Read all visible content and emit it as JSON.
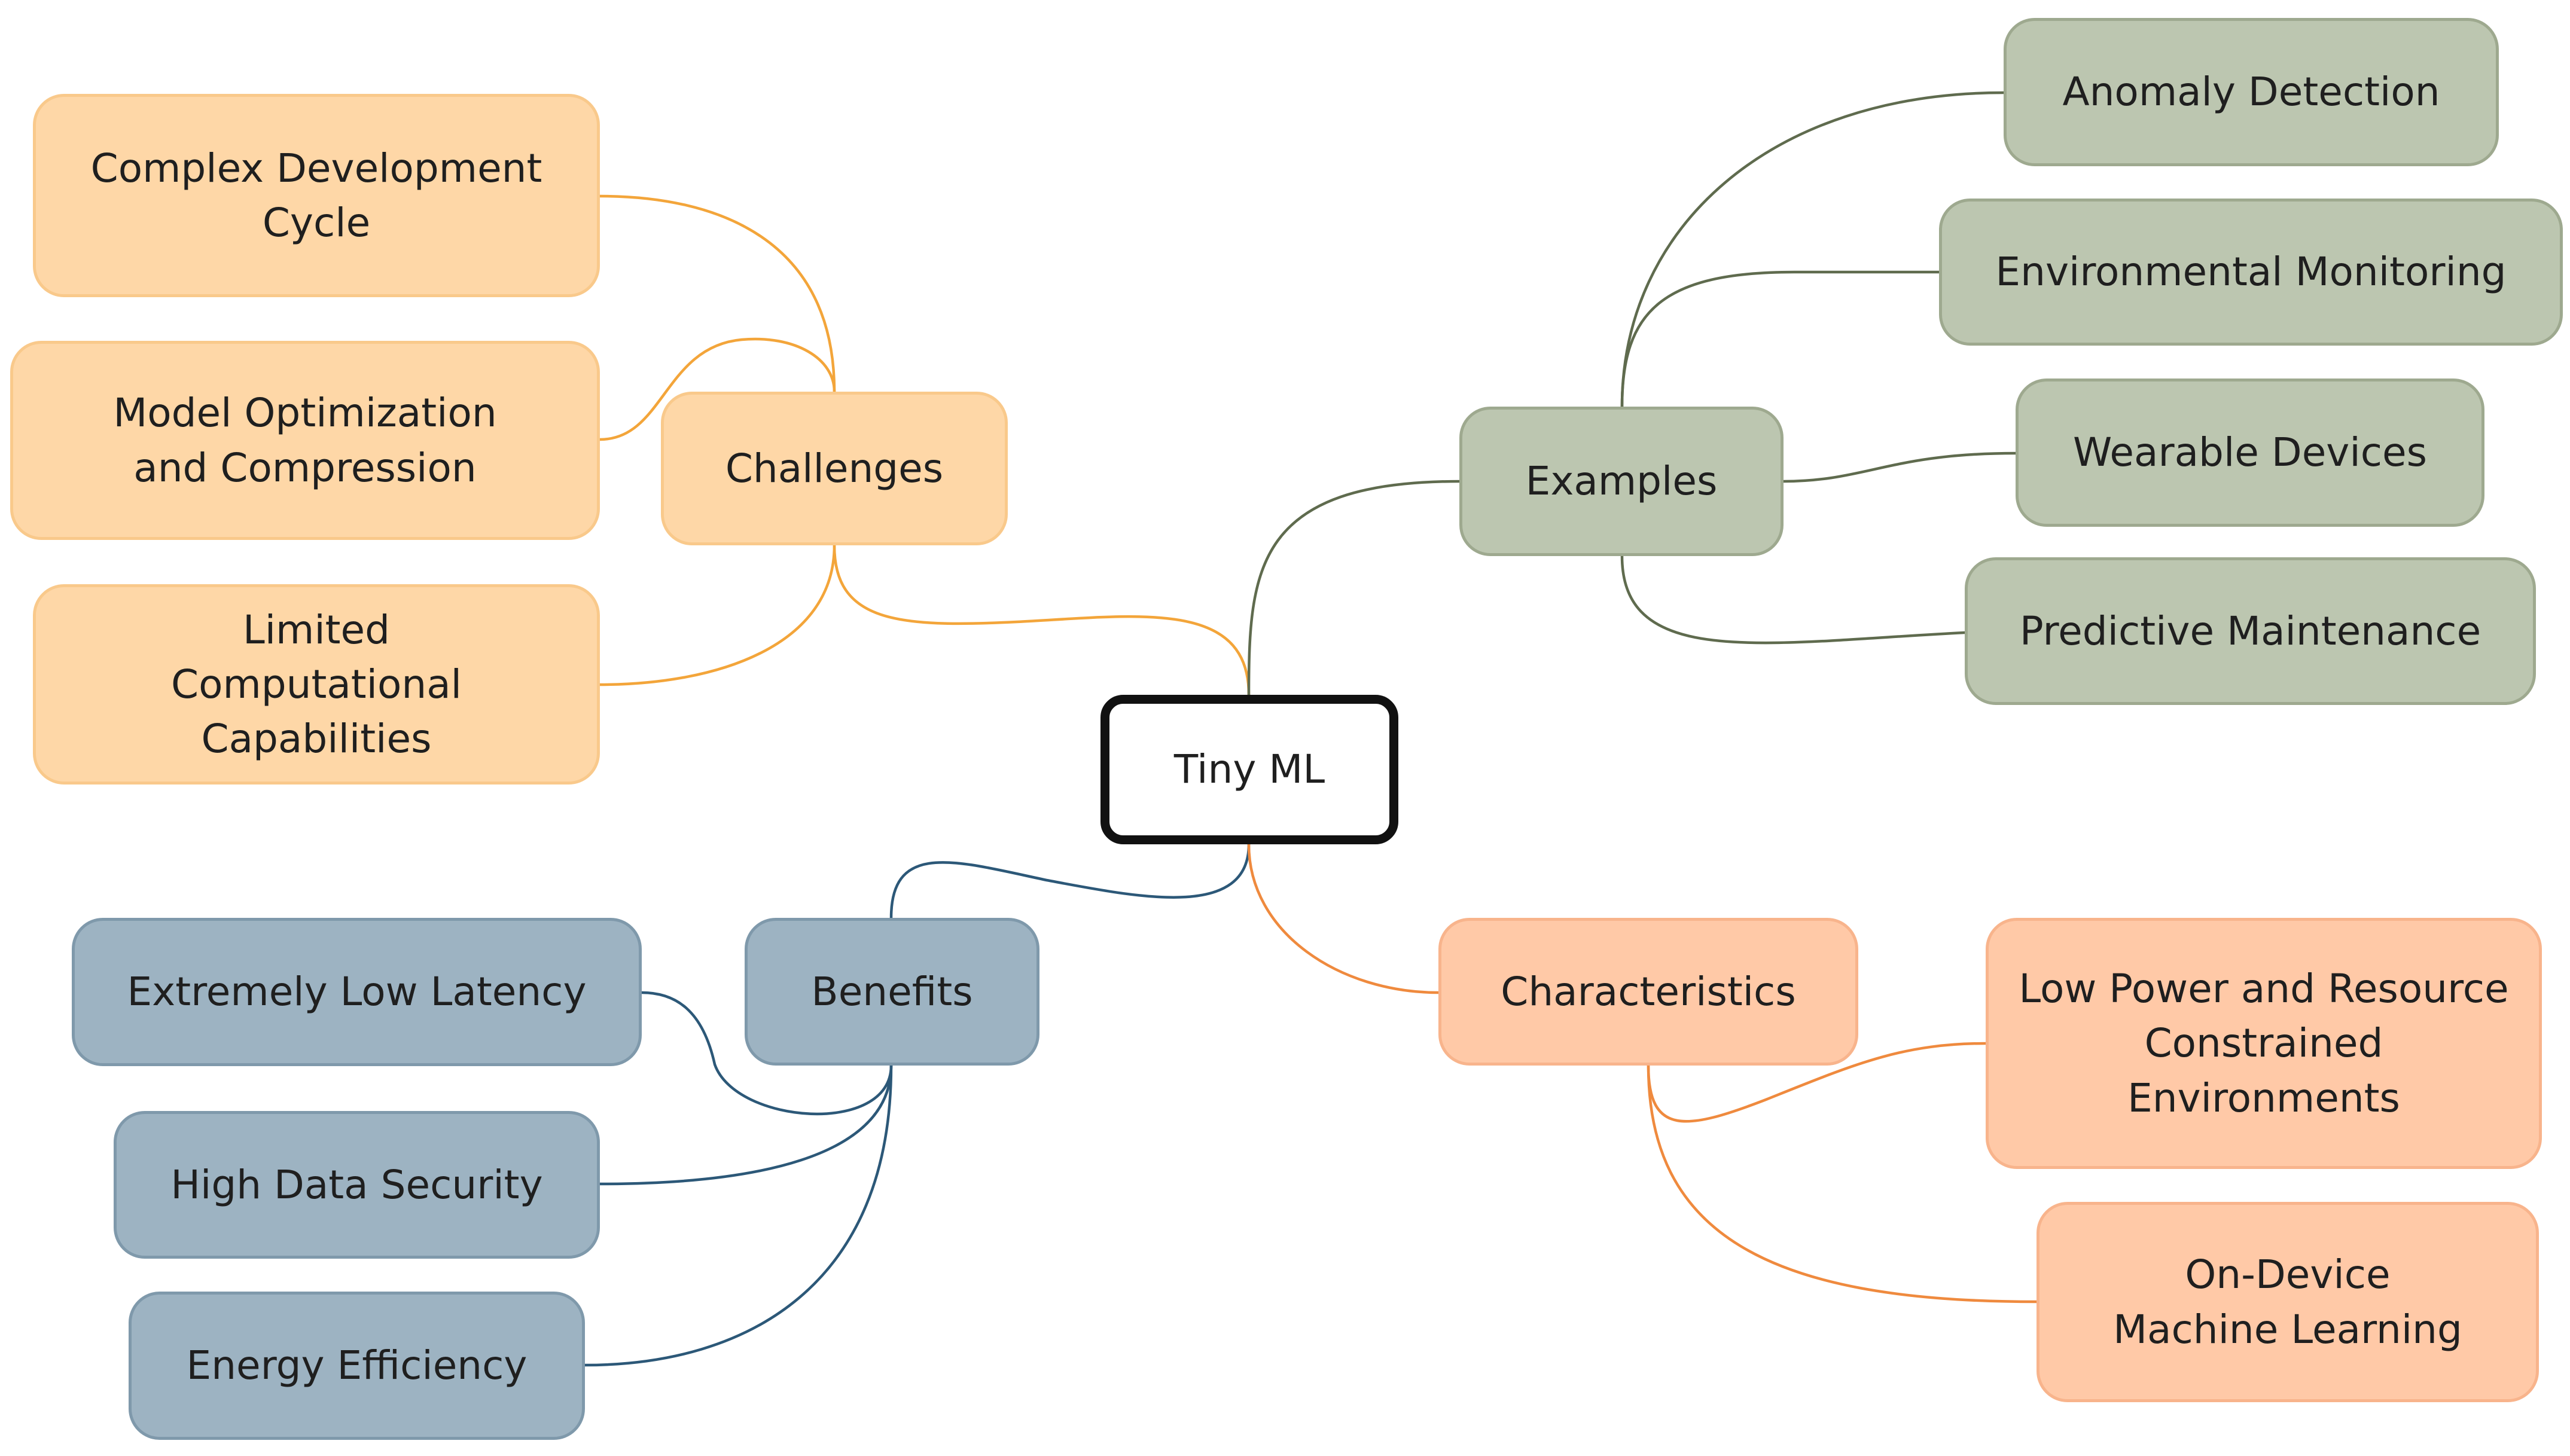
{
  "root": {
    "label": "Tiny ML"
  },
  "colors": {
    "challenges_fill": "#fed7a7",
    "challenges_line": "#f3a53a",
    "examples_fill": "#bcc6b0",
    "examples_line": "#5f6b4e",
    "benefits_fill": "#9db3c2",
    "benefits_line": "#2c5878",
    "characteristics_fill": "#ffc9a7",
    "characteristics_line": "#ef8a3e",
    "root_border": "#111111"
  },
  "branches": {
    "challenges": {
      "label": "Challenges",
      "children": [
        "Complex Development Cycle",
        "Model Optimization and Compression",
        "Limited Computational Capabilities"
      ]
    },
    "examples": {
      "label": "Examples",
      "children": [
        "Anomaly Detection",
        "Environmental Monitoring",
        "Wearable Devices",
        "Predictive Maintenance"
      ]
    },
    "benefits": {
      "label": "Benefits",
      "children": [
        "Extremely Low Latency",
        "High Data Security",
        "Energy Efficiency"
      ]
    },
    "characteristics": {
      "label": "Characteristics",
      "children": [
        "Low Power and Resource Constrained Environments",
        "On-Device Machine Learning"
      ]
    }
  }
}
